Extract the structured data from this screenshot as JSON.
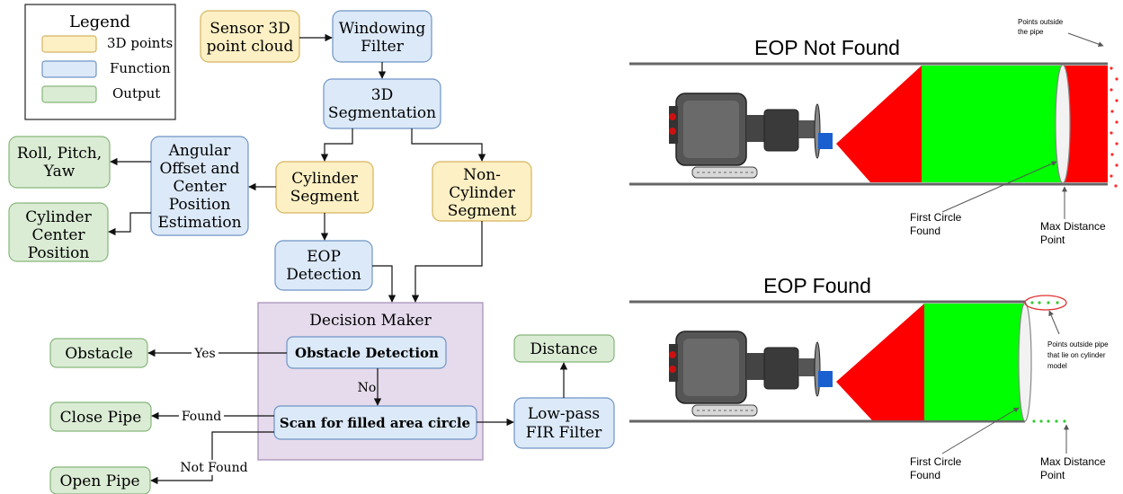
{
  "colors": {
    "points_fill": "#fdf0c4",
    "points_stroke": "#d7b45f",
    "function_fill": "#dce9f8",
    "function_stroke": "#6f95c6",
    "output_fill": "#dbecd5",
    "output_stroke": "#86b67a",
    "decision_fill": "#e5dbec",
    "decision_stroke": "#a38bb5",
    "cone_red": "#ff0000",
    "cylinder_green": "#00ff00",
    "point_red": "#ff2a2a",
    "point_green": "#33cc33",
    "pipe_line": "#666666"
  },
  "legend": {
    "title": "Legend",
    "points": "3D points",
    "function": "Function",
    "output": "Output"
  },
  "flow": {
    "sensor": [
      "Sensor 3D",
      "point cloud"
    ],
    "windowing": [
      "Windowing",
      "Filter"
    ],
    "segmentation": [
      "3D",
      "Segmentation"
    ],
    "angular": [
      "Angular",
      "Offset and",
      "Center",
      "Position",
      "Estimation"
    ],
    "rpy": [
      "Roll, Pitch,",
      "Yaw"
    ],
    "cyl_center": [
      "Cylinder",
      "Center",
      "Position"
    ],
    "cyl_segment": [
      "Cylinder",
      "Segment"
    ],
    "noncyl_segment": [
      "Non-",
      "Cylinder",
      "Segment"
    ],
    "eop_detection": [
      "EOP",
      "Detection"
    ],
    "decision_maker": "Decision Maker",
    "obstacle_detection": "Obstacle Detection",
    "scan": "Scan for filled area circle",
    "obstacle": "Obstacle",
    "close_pipe": "Close Pipe",
    "open_pipe": "Open Pipe",
    "distance": "Distance",
    "fir": [
      "Low-pass",
      "FIR Filter"
    ],
    "yes": "Yes",
    "no": "No",
    "found": "Found",
    "not_found": "Not Found"
  },
  "panel_not_found": {
    "title": "EOP Not Found",
    "points_outside": [
      "Points outside",
      "the pipe"
    ],
    "first_circle": [
      "First Circle",
      "Found"
    ],
    "max_distance": [
      "Max Distance",
      "Point"
    ]
  },
  "panel_found": {
    "title": "EOP Found",
    "points_outside": [
      "Points outside pipe",
      "that lie on cylinder",
      "model"
    ],
    "first_circle": [
      "First Circle",
      "Found"
    ],
    "max_distance": [
      "Max Distance",
      "Point"
    ]
  }
}
